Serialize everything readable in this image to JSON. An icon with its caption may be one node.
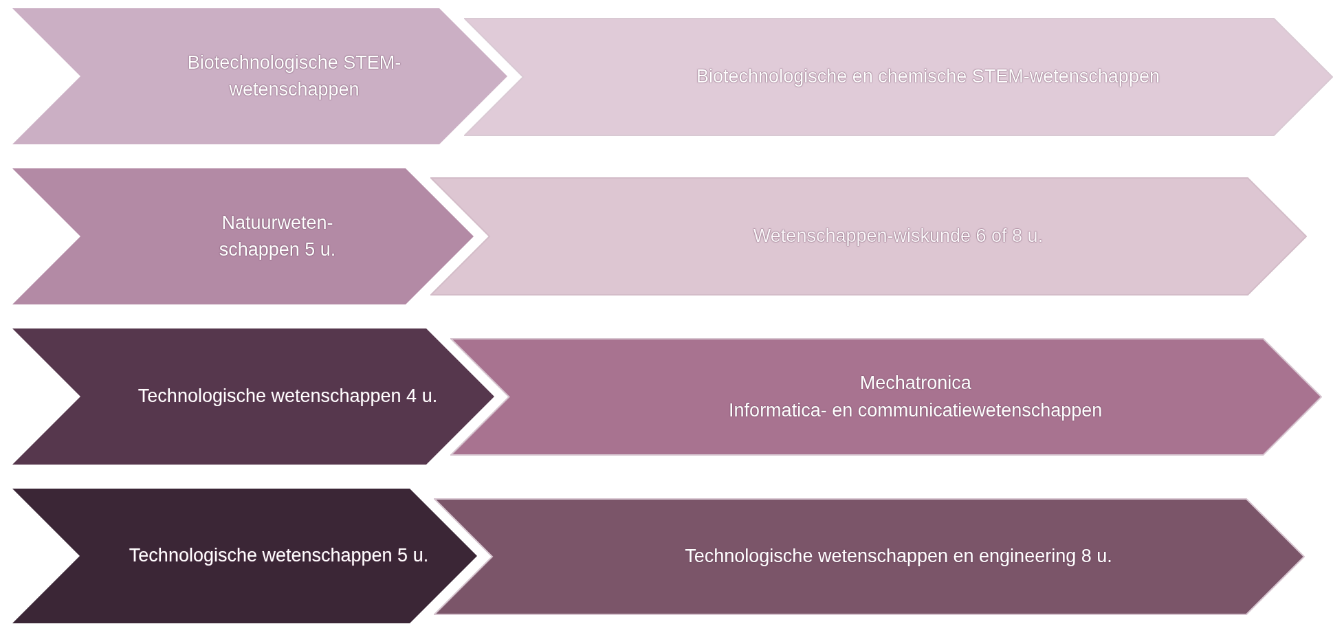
{
  "diagram": {
    "nodes": [
      {
        "text": [
          "Biotechnologische STEM-wetenschappen"
        ]
      },
      {
        "text": [
          "Biotechnologische en chemische STEM-wetenschappen"
        ]
      },
      {
        "text": [
          "Natuurweten-schappen 5 u."
        ]
      },
      {
        "text": [
          "Wetenschappen-wiskunde 6 of 8 u."
        ]
      },
      {
        "text": [
          "Technologische wetenschappen 4 u."
        ]
      },
      {
        "text": [
          "Mechatronica",
          "Informatica- en communicatiewetenschappen"
        ]
      },
      {
        "text": [
          "Technologische wetenschappen 5 u."
        ]
      },
      {
        "text": [
          "Technologische wetenschappen en engineering 8 u."
        ]
      }
    ],
    "edges": []
  }
}
